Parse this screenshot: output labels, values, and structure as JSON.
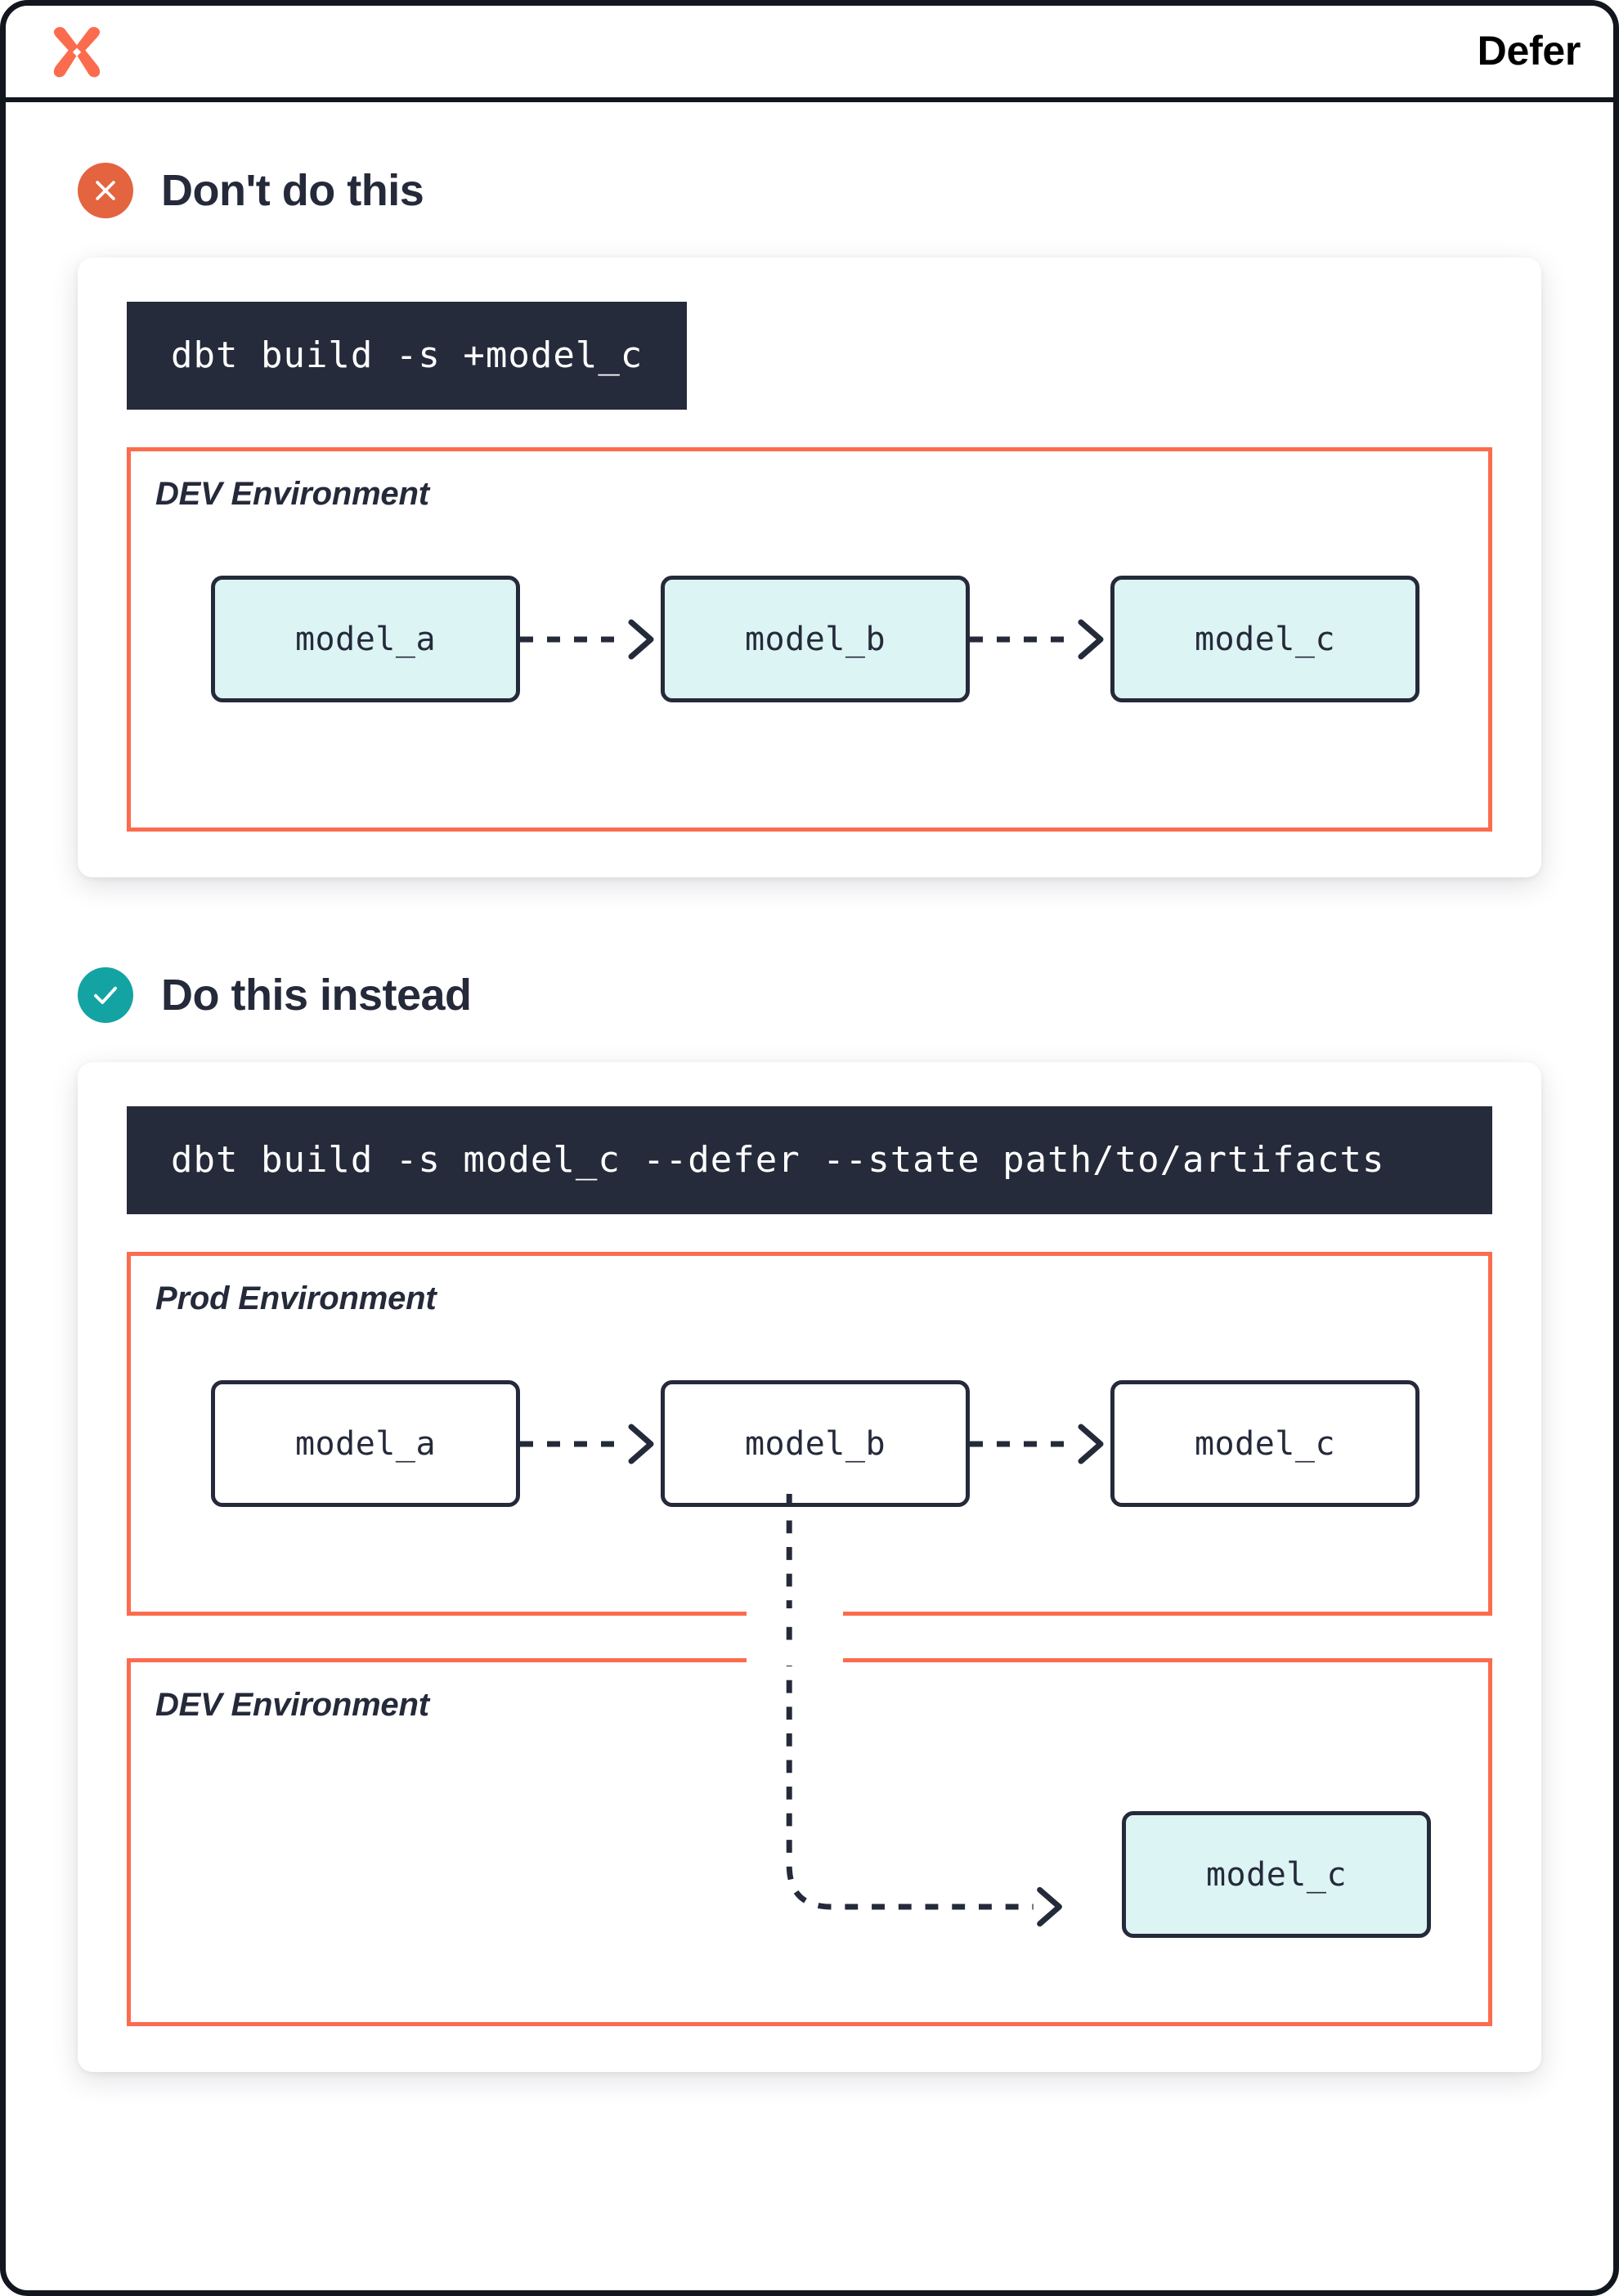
{
  "header": {
    "title": "Defer",
    "logo_icon": "dbt-logo-icon"
  },
  "colors": {
    "brand_orange": "#FB6C4E",
    "badge_bad": "#E3643F",
    "badge_good": "#14A3A3",
    "ink": "#252A3A",
    "code_bg": "#262B3B",
    "node_cyan": "#DCF4F3"
  },
  "sections": [
    {
      "id": "dont-do-this",
      "badge_icon": "x-circle-icon",
      "title": "Don't do this",
      "code": "dbt build -s +model_c",
      "environments": [
        {
          "label": "DEV Environment",
          "nodes": [
            {
              "label": "model_a",
              "filled": true
            },
            {
              "label": "model_b",
              "filled": true
            },
            {
              "label": "model_c",
              "filled": true
            }
          ]
        }
      ]
    },
    {
      "id": "do-this-instead",
      "badge_icon": "check-circle-icon",
      "title": "Do this instead",
      "code": "dbt build -s model_c --defer --state path/to/artifacts",
      "environments": [
        {
          "label": "Prod Environment",
          "nodes": [
            {
              "label": "model_a",
              "filled": false
            },
            {
              "label": "model_b",
              "filled": false
            },
            {
              "label": "model_c",
              "filled": false
            }
          ]
        },
        {
          "label": "DEV Environment",
          "nodes": [
            {
              "label": "model_c",
              "filled": true
            }
          ]
        }
      ]
    }
  ]
}
